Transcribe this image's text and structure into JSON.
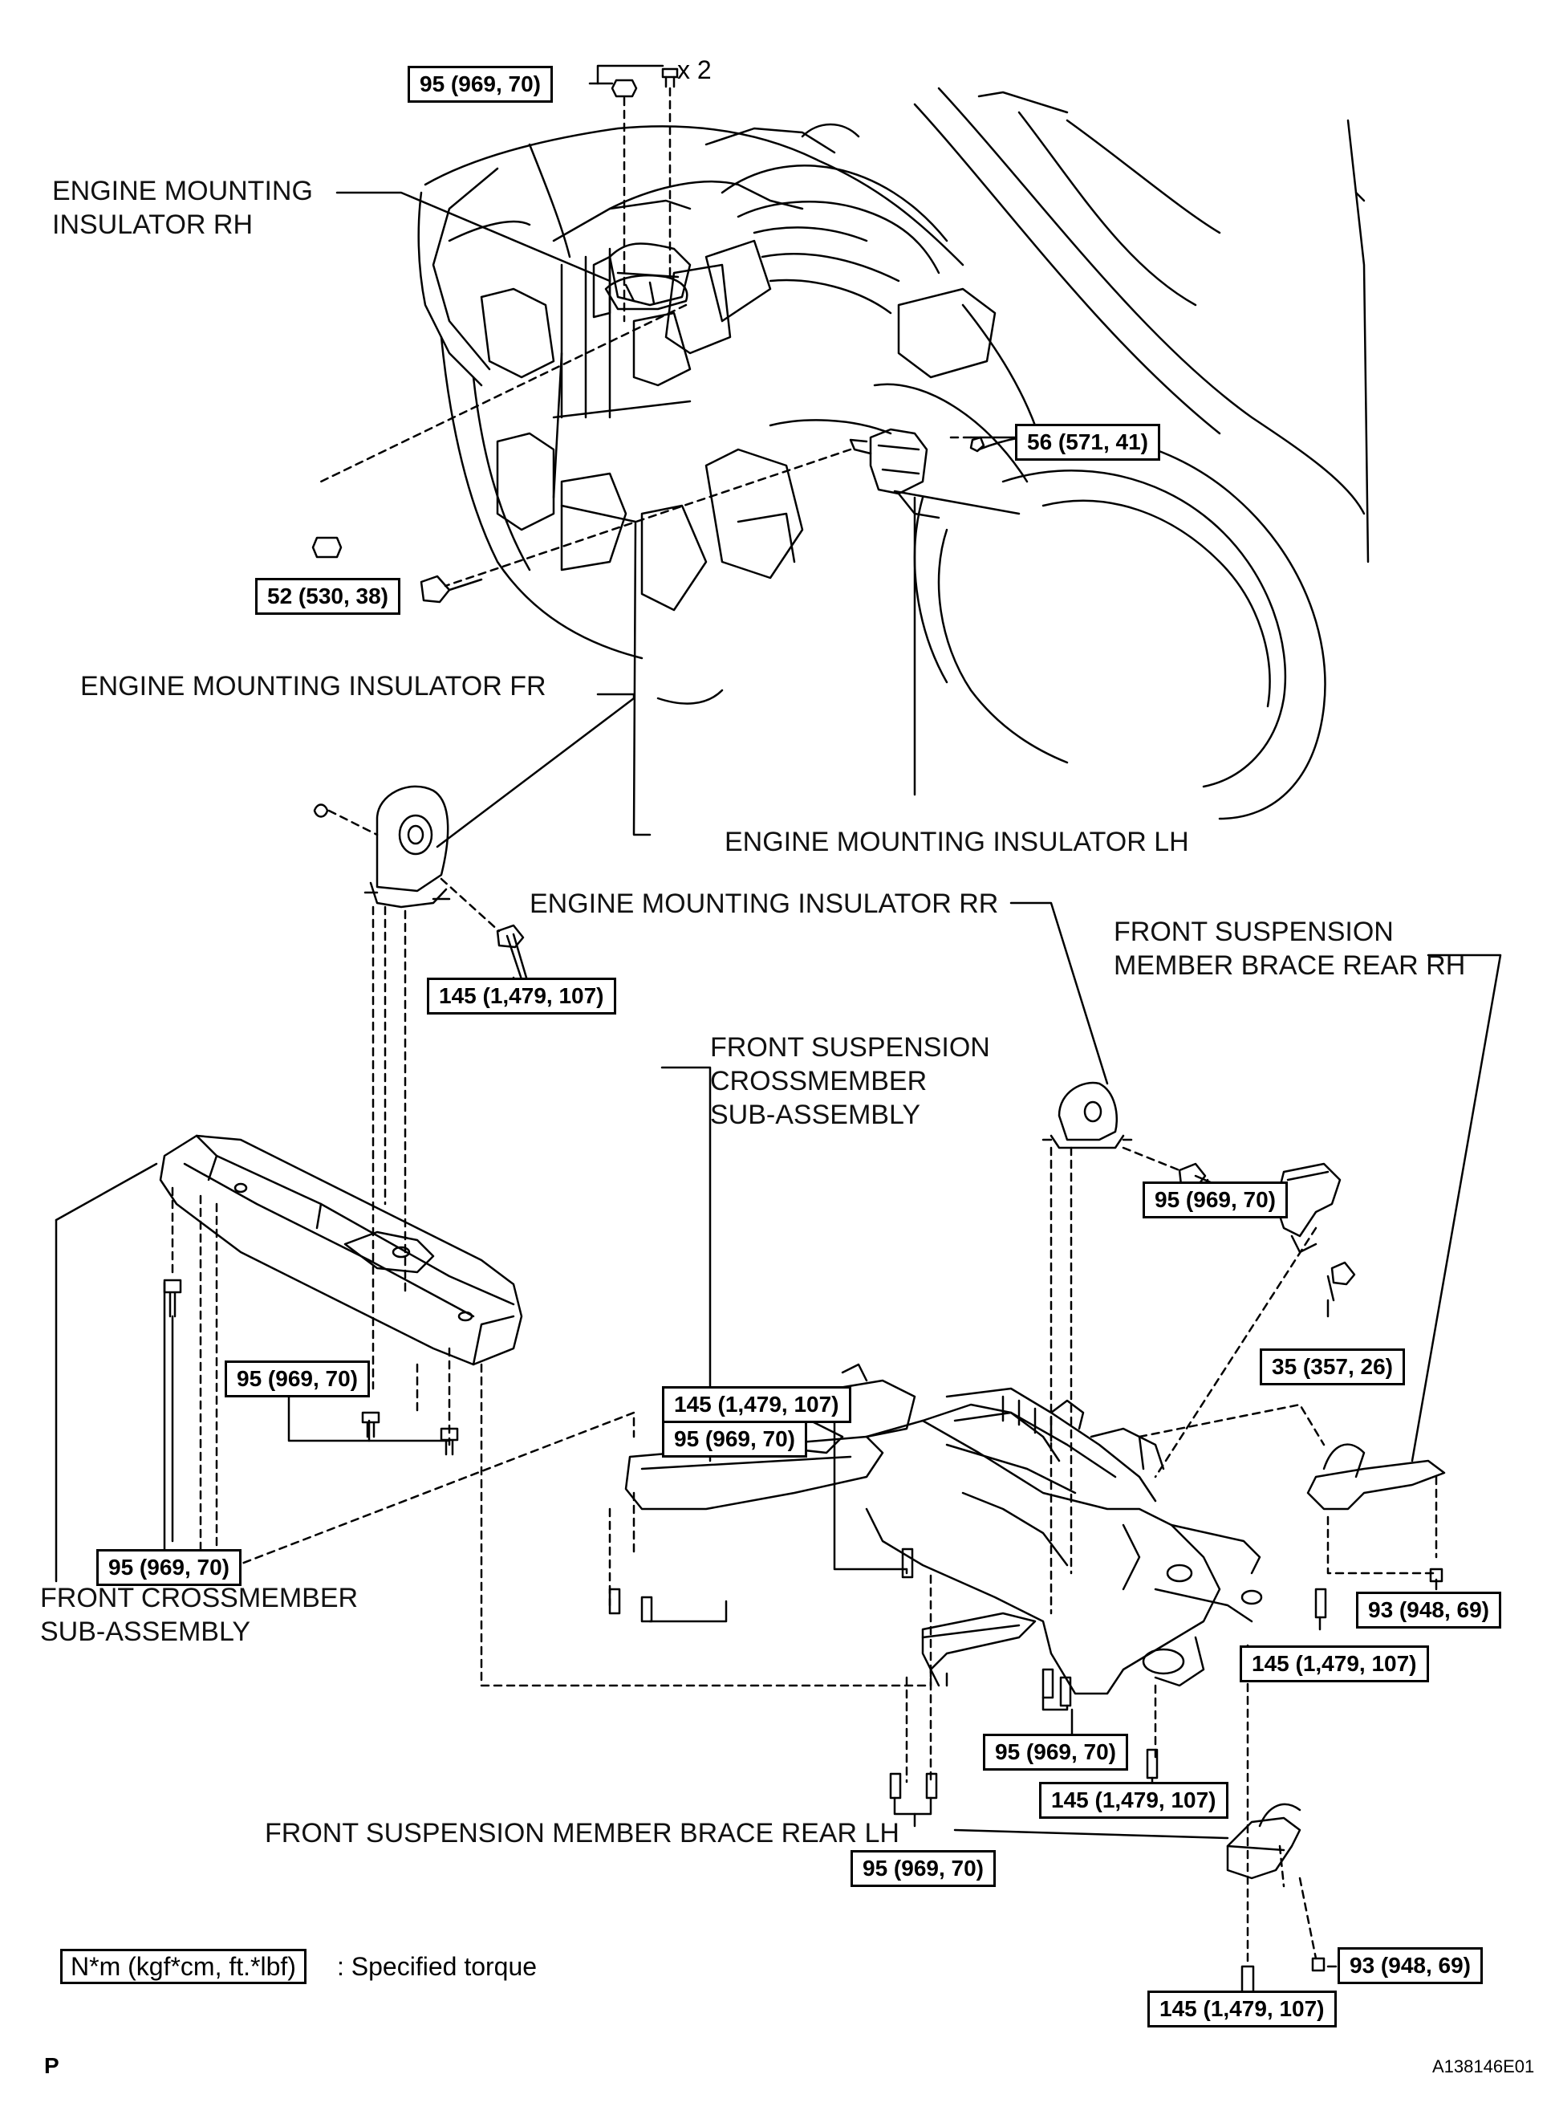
{
  "labels": {
    "mount_rh": "ENGINE MOUNTING\nINSULATOR RH",
    "mount_fr": "ENGINE MOUNTING INSULATOR FR",
    "mount_lh": "ENGINE MOUNTING INSULATOR LH",
    "mount_rr": "ENGINE MOUNTING INSULATOR RR",
    "brace_rear_rh": "FRONT SUSPENSION\nMEMBER BRACE REAR RH",
    "crossmember_sub": "FRONT SUSPENSION\nCROSSMEMBER\nSUB-ASSEMBLY",
    "front_crossmember": "FRONT CROSSMEMBER\nSUB-ASSEMBLY",
    "brace_rear_lh": "FRONT SUSPENSION MEMBER BRACE REAR LH"
  },
  "quantity": "x 2",
  "torques": {
    "t_top": "95 (969, 70)",
    "t_56": "56 (571, 41)",
    "t_52": "52 (530, 38)",
    "t_145_fr": "145 (1,479, 107)",
    "t_95_rr": "95 (969, 70)",
    "t_35": "35 (357, 26)",
    "t_95_mid": "95 (969, 70)",
    "t_145_center": "145 (1,479, 107)",
    "t_95_center": "95 (969, 70)",
    "t_95_left": "95 (969, 70)",
    "t_93_right": "93 (948, 69)",
    "t_145_right": "145 (1,479, 107)",
    "t_95_lower": "95 (969, 70)",
    "t_145_lower": "145 (1,479, 107)",
    "t_95_bottom": "95 (969, 70)",
    "t_93_bottom": "93 (948, 69)",
    "t_145_bottom": "145 (1,479, 107)"
  },
  "legend": {
    "unit_box": "N*m (kgf*cm, ft.*lbf)",
    "suffix": ": Specified torque"
  },
  "corner_letter": "P",
  "figure_code": "A138146E01"
}
